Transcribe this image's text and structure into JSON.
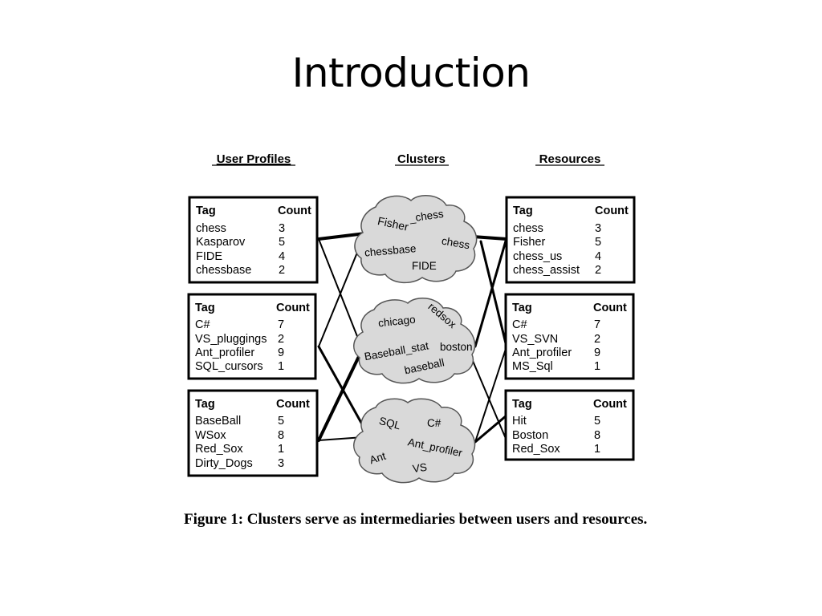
{
  "slide": {
    "title": "Introduction"
  },
  "figure": {
    "headers": {
      "users": "User Profiles",
      "clusters": "Clusters",
      "resources": "Resources"
    },
    "tag_header": "Tag",
    "count_header": "Count",
    "user_profiles": [
      {
        "rows": [
          {
            "tag": "chess",
            "count": "3"
          },
          {
            "tag": "Kasparov",
            "count": "5"
          },
          {
            "tag": "FIDE",
            "count": "4"
          },
          {
            "tag": "chessbase",
            "count": "2"
          }
        ]
      },
      {
        "rows": [
          {
            "tag": "C#",
            "count": "7"
          },
          {
            "tag": "VS_pluggings",
            "count": "2"
          },
          {
            "tag": "Ant_profiler",
            "count": "9"
          },
          {
            "tag": "SQL_cursors",
            "count": "1"
          }
        ]
      },
      {
        "rows": [
          {
            "tag": "BaseBall",
            "count": "5"
          },
          {
            "tag": "WSox",
            "count": "8"
          },
          {
            "tag": "Red_Sox",
            "count": "1"
          },
          {
            "tag": "Dirty_Dogs",
            "count": "3"
          }
        ]
      }
    ],
    "clusters": [
      {
        "words": [
          "_chess",
          "Fisher",
          "chessbase",
          "chess",
          "FIDE"
        ]
      },
      {
        "words": [
          "chicago",
          "redsox",
          "Baseball_stat",
          "boston",
          "baseball"
        ]
      },
      {
        "words": [
          "SQL",
          "C#",
          "Ant_profiler",
          "Ant",
          "VS"
        ]
      }
    ],
    "resources": [
      {
        "rows": [
          {
            "tag": "chess",
            "count": "3"
          },
          {
            "tag": "Fisher",
            "count": "5"
          },
          {
            "tag": "chess_us",
            "count": "4"
          },
          {
            "tag": "chess_assist",
            "count": "2"
          }
        ]
      },
      {
        "rows": [
          {
            "tag": "C#",
            "count": "7"
          },
          {
            "tag": "VS_SVN",
            "count": "2"
          },
          {
            "tag": "Ant_profiler",
            "count": "9"
          },
          {
            "tag": "MS_Sql",
            "count": "1"
          }
        ]
      },
      {
        "rows": [
          {
            "tag": "Hit",
            "count": "5"
          },
          {
            "tag": "Boston",
            "count": "8"
          },
          {
            "tag": "Red_Sox",
            "count": "1"
          }
        ]
      }
    ],
    "caption": "Figure 1:  Clusters serve as intermediaries between users and resources."
  }
}
